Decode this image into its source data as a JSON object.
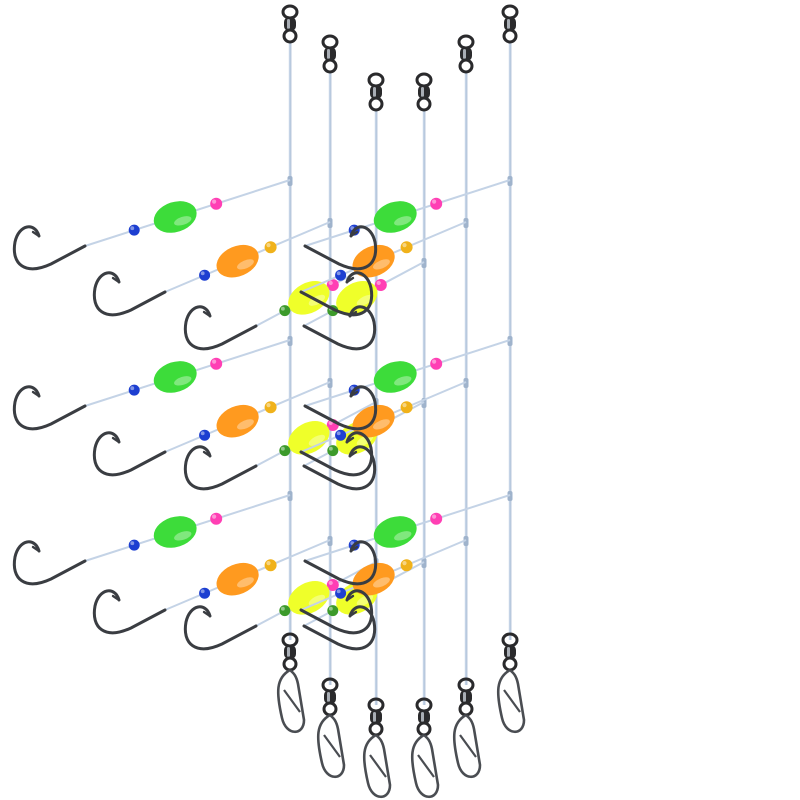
{
  "image": {
    "subject": "fishing rigs",
    "background_color": "#ffffff"
  },
  "palette": {
    "line": "#c4d3e6",
    "line_dark": "#9fb3cc",
    "metal": "#2a2a2c",
    "metal_light": "#a9aeb5",
    "steel": "#4a4d52",
    "hook": "#3a3d42",
    "float_green": "#3ddc3a",
    "float_orange": "#ff9a1f",
    "float_yellow": "#efff2a",
    "bead_blue": "#1d3fd1",
    "bead_pink": "#ff3fb4",
    "bead_amber": "#f0b21b",
    "bead_green": "#3c9a2a"
  },
  "rigs": [
    {
      "side": "left",
      "float": "float_green",
      "bead_near": "bead_pink",
      "bead_hook": "bead_blue"
    },
    {
      "side": "left",
      "float": "float_orange",
      "bead_near": "bead_amber",
      "bead_hook": "bead_blue"
    },
    {
      "side": "left",
      "float": "float_yellow",
      "bead_near": "bead_pink",
      "bead_hook": "bead_green"
    },
    {
      "side": "right",
      "float": "float_yellow",
      "bead_near": "bead_pink",
      "bead_hook": "bead_green"
    },
    {
      "side": "right",
      "float": "float_orange",
      "bead_near": "bead_amber",
      "bead_hook": "bead_blue"
    },
    {
      "side": "right",
      "float": "float_green",
      "bead_near": "bead_pink",
      "bead_hook": "bead_blue"
    }
  ],
  "branches_per_rig": 3
}
